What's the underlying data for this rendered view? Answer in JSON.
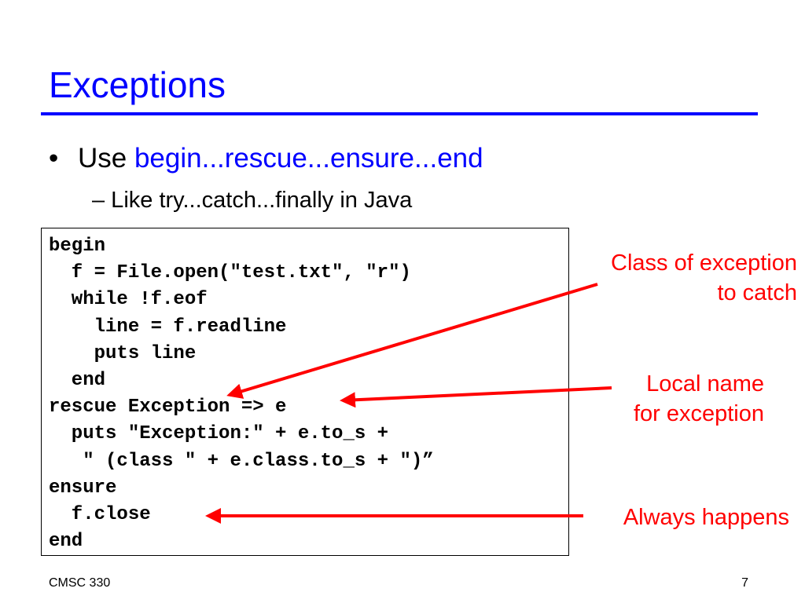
{
  "slide": {
    "title": "Exceptions",
    "bullet": {
      "prefix": "Use ",
      "keyword": "begin...rescue...ensure...end"
    },
    "subbullet": "– Like try...catch...finally in Java",
    "code_lines": [
      "begin",
      "  f = File.open(\"test.txt\", \"r\")",
      "  while !f.eof",
      "    line = f.readline",
      "    puts line",
      "  end",
      "rescue Exception => e",
      "  puts \"Exception:\" + e.to_s +",
      "   \" (class \" + e.class.to_s + \")”",
      "ensure",
      "  f.close",
      "end"
    ],
    "annotations": {
      "class_of_exception": [
        "Class of exception",
        "to catch"
      ],
      "local_name": [
        "Local name",
        "for exception"
      ],
      "always_happens": "Always happens"
    },
    "footer": {
      "course": "CMSC 330",
      "page": "7"
    },
    "colors": {
      "title": "#0000ff",
      "keyword": "#0000ff",
      "annotation": "#ff0000"
    }
  }
}
